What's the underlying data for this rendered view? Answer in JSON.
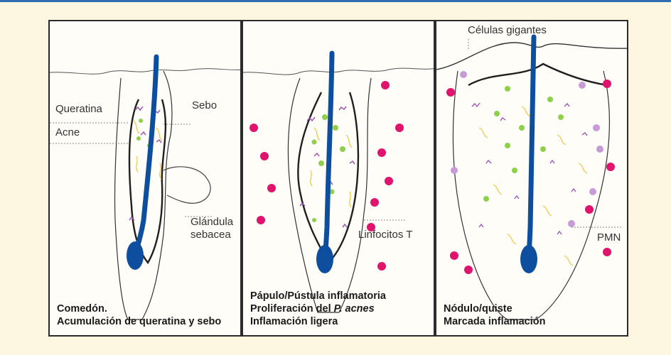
{
  "colors": {
    "background": "#fdf6e0",
    "top_rule": "#2f6fb5",
    "hair": "#0d4f9e",
    "bacteria": "#8fd04b",
    "keratin": "#9a57b5",
    "sebum": "#f2c53d",
    "pmn": "#e0146c",
    "giant_cells": "#c79ad8",
    "outline": "#1f1f1f"
  },
  "panels": [
    {
      "caption": [
        "Comedón.",
        "Acumulación de queratina y sebo"
      ],
      "labels": {
        "queratina": "Queratina",
        "acne": "Acne",
        "sebo": "Sebo",
        "glandula_line1": "Glándula",
        "glandula_line2": "sebacea"
      }
    },
    {
      "caption_line1": "Pápulo/Pústula inflamatoria",
      "caption_line2_prefix": "Proliferación del ",
      "caption_line2_italic": "P. acnes",
      "caption_line3": "Inflamación ligera",
      "labels": {
        "linfocitos": "Linfocitos T"
      }
    },
    {
      "caption": [
        "Nódulo/quiste",
        "Marcada inflamación"
      ],
      "labels": {
        "celulas": "Células gigantes",
        "pmn": "PMN"
      }
    }
  ]
}
